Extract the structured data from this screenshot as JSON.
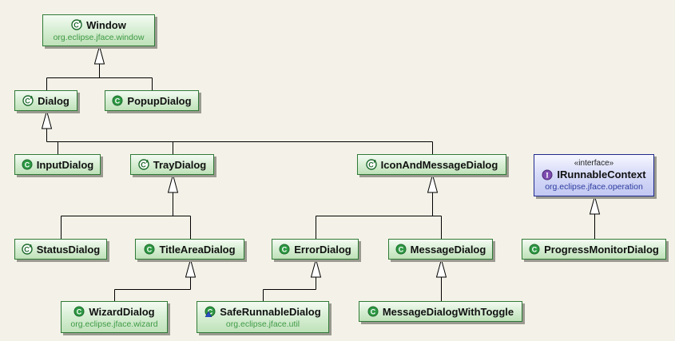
{
  "nodes": [
    {
      "id": "window",
      "name": "Window",
      "package": "org.eclipse.jface.window",
      "icon": "abstract-class-icon"
    },
    {
      "id": "dialog",
      "name": "Dialog",
      "icon": "abstract-class-icon"
    },
    {
      "id": "popupdialog",
      "name": "PopupDialog",
      "icon": "class-icon"
    },
    {
      "id": "inputdialog",
      "name": "InputDialog",
      "icon": "class-icon"
    },
    {
      "id": "traydialog",
      "name": "TrayDialog",
      "icon": "abstract-class-icon"
    },
    {
      "id": "iconandmessagedialog",
      "name": "IconAndMessageDialog",
      "icon": "abstract-class-icon"
    },
    {
      "id": "irunnablecontext",
      "name": "IRunnableContext",
      "package": "org.eclipse.jface.operation",
      "stereotype": "«interface»",
      "icon": "interface-icon"
    },
    {
      "id": "statusdialog",
      "name": "StatusDialog",
      "icon": "abstract-class-icon"
    },
    {
      "id": "titleareadialog",
      "name": "TitleAreaDialog",
      "icon": "class-icon"
    },
    {
      "id": "errordialog",
      "name": "ErrorDialog",
      "icon": "class-icon"
    },
    {
      "id": "messagedialog",
      "name": "MessageDialog",
      "icon": "class-icon"
    },
    {
      "id": "progressmonitordialog",
      "name": "ProgressMonitorDialog",
      "icon": "class-icon"
    },
    {
      "id": "wizarddialog",
      "name": "WizardDialog",
      "package": "org.eclipse.jface.wizard",
      "icon": "class-icon"
    },
    {
      "id": "saferunnabledialog",
      "name": "SafeRunnableDialog",
      "package": "org.eclipse.jface.util",
      "icon": "class-with-warning-icon"
    },
    {
      "id": "messagedialogwithtoggle",
      "name": "MessageDialogWithToggle",
      "icon": "class-icon"
    }
  ],
  "edges": [
    {
      "from": "dialog",
      "to": "window",
      "kind": "extends"
    },
    {
      "from": "popupdialog",
      "to": "window",
      "kind": "extends"
    },
    {
      "from": "inputdialog",
      "to": "dialog",
      "kind": "extends"
    },
    {
      "from": "traydialog",
      "to": "dialog",
      "kind": "extends"
    },
    {
      "from": "iconandmessagedialog",
      "to": "dialog",
      "kind": "extends"
    },
    {
      "from": "statusdialog",
      "to": "traydialog",
      "kind": "extends"
    },
    {
      "from": "titleareadialog",
      "to": "traydialog",
      "kind": "extends"
    },
    {
      "from": "errordialog",
      "to": "iconandmessagedialog",
      "kind": "extends"
    },
    {
      "from": "messagedialog",
      "to": "iconandmessagedialog",
      "kind": "extends"
    },
    {
      "from": "progressmonitordialog",
      "to": "irunnablecontext",
      "kind": "implements"
    },
    {
      "from": "wizarddialog",
      "to": "titleareadialog",
      "kind": "extends"
    },
    {
      "from": "saferunnabledialog",
      "to": "errordialog",
      "kind": "extends"
    },
    {
      "from": "messagedialogwithtoggle",
      "to": "messagedialog",
      "kind": "extends"
    }
  ],
  "colors": {
    "class_border": "#2f7a36",
    "interface_border": "#202a8c",
    "package_text": "#3f9a46",
    "interface_package_text": "#2b3a9e",
    "edge": "#000000"
  }
}
